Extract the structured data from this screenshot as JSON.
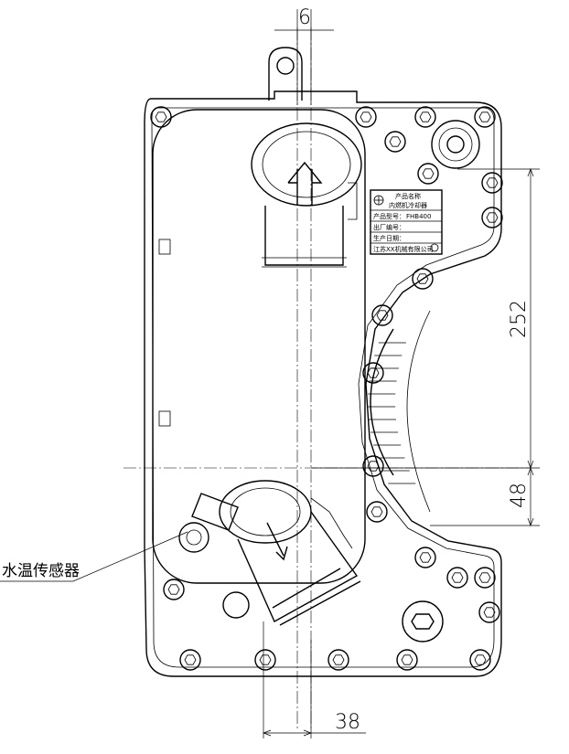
{
  "dimensions": {
    "top_width": "6",
    "vertical_upper": "252",
    "vertical_lower": "48",
    "bottom_width": "38"
  },
  "callouts": {
    "water_temp_sensor": "水温传感器"
  },
  "nameplate": {
    "title": "产品名称",
    "subtitle": "内燃机冷却器",
    "model_label": "产品型号：",
    "model_value": "FHB400",
    "row_2": "出厂编号：",
    "row_3": "生产日期：",
    "maker": "江苏XX机械有限公司"
  }
}
